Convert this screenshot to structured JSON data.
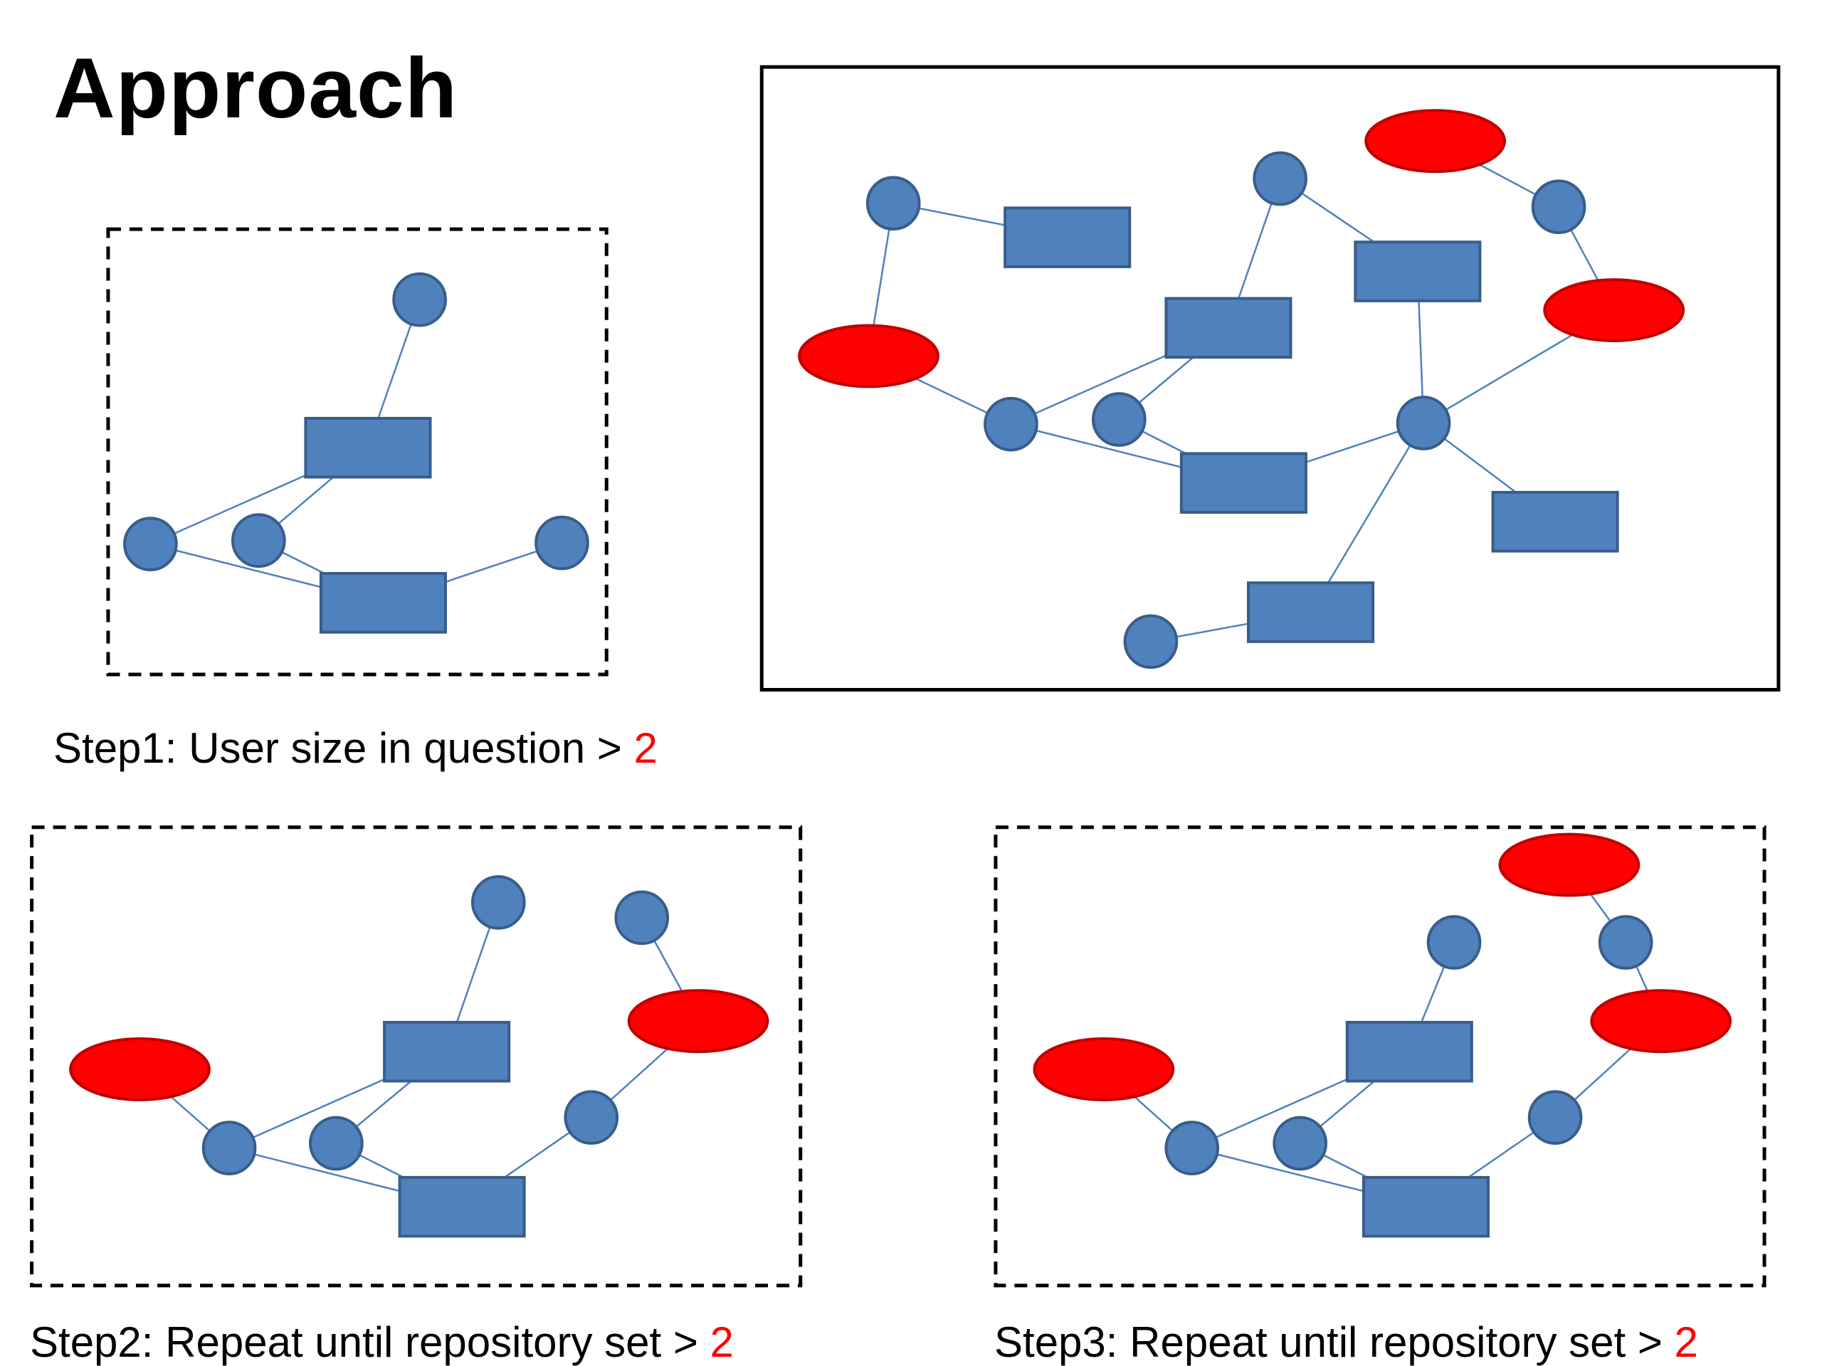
{
  "slide": {
    "title": "Approach"
  },
  "steps": [
    {
      "prefix": "Step1: User size in question > ",
      "value": "2"
    },
    {
      "prefix": "Step2: Repeat until repository set > ",
      "value": "2"
    },
    {
      "prefix": "Step3: Repeat until repository set > ",
      "value": "2"
    }
  ],
  "colors": {
    "node_blue": "#4f81bd",
    "node_blue_stroke": "#385d8a",
    "repo_red": "#ff0000",
    "repo_red_stroke": "#c00000",
    "highlight_number": "#ff0000"
  }
}
